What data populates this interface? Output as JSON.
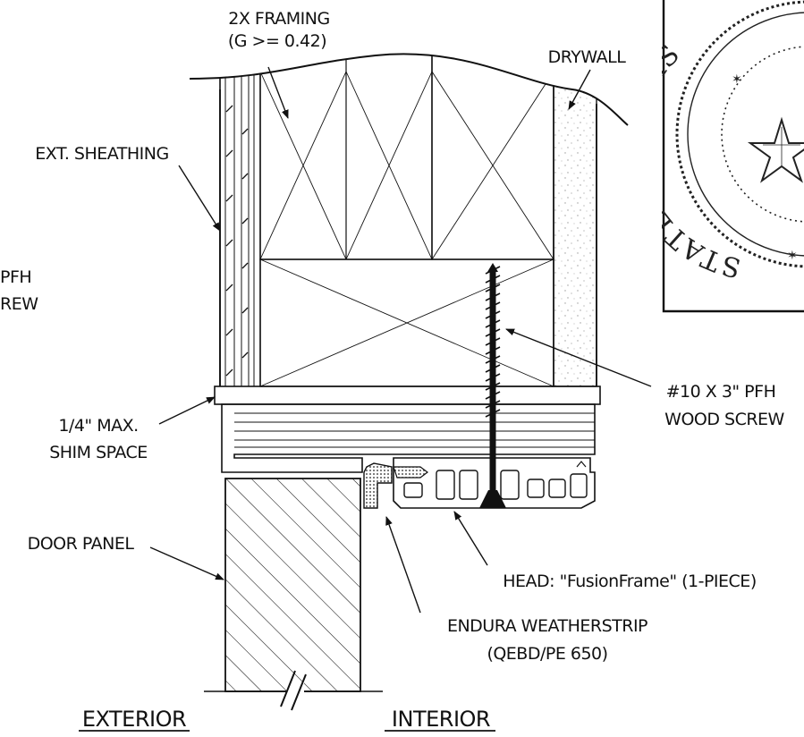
{
  "labels": {
    "framing": "2X FRAMING",
    "framing_grade": "(G >= 0.42)",
    "drywall": "DRYWALL",
    "ext_sheathing": "EXT. SHEATHING",
    "pfh_partial": "PFH",
    "screw_partial": "REW",
    "shim_line1": "1/4\" MAX.",
    "shim_line2": "SHIM SPACE",
    "screw_line1": "#10 X 3\" PFH",
    "screw_line2": "WOOD SCREW",
    "door_panel": "DOOR PANEL",
    "head": "HEAD: \"FusionFrame\" (1-PIECE)",
    "weatherstrip_line1": "ENDURA WEATHERSTRIP",
    "weatherstrip_line2": "(QEBD/PE 650)",
    "exterior": "EXTERIOR",
    "interior": "INTERIOR"
  },
  "seal": {
    "text": "STATE OF TEXAS"
  },
  "colors": {
    "line": "#111111",
    "drywall_speckle": "#9a9a9a",
    "weatherstrip_fill": "#555555"
  }
}
